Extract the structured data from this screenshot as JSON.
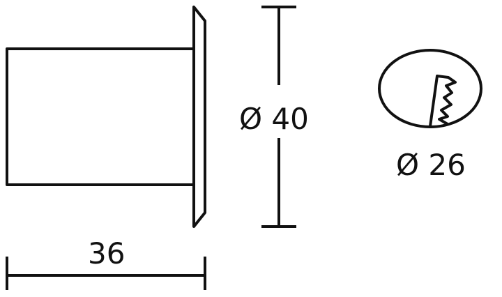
{
  "dimensions": {
    "length": "36",
    "flange_diameter": "Ø 40",
    "key_diameter": "Ø 26"
  },
  "colors": {
    "line": "#111111",
    "background": "#ffffff"
  }
}
